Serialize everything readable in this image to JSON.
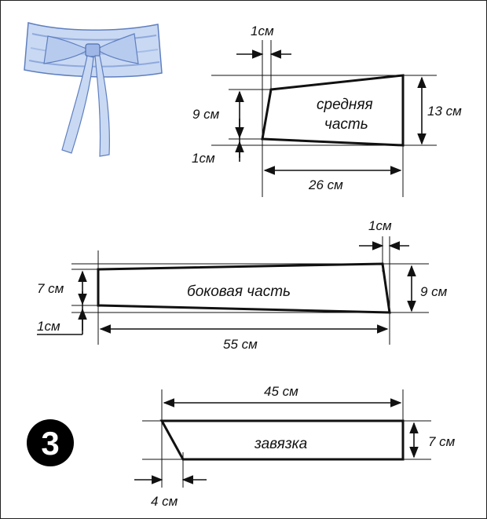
{
  "colors": {
    "ink": "#111111",
    "belt_fill": "#c9d9f3",
    "belt_shade": "#7f9fd6"
  },
  "illustration": {
    "icon": "belt-with-bow-icon"
  },
  "step_badge": {
    "number": "3"
  },
  "middle_part": {
    "name_line1": "средняя",
    "name_line2": "часть",
    "dim_top_offset": "1см",
    "dim_left_height": "9 см",
    "dim_bottom_offset": "1см",
    "dim_right_height": "13 см",
    "dim_length": "26 см"
  },
  "side_part": {
    "name": "боковая часть",
    "dim_top_offset": "1см",
    "dim_left_height": "7 см",
    "dim_bottom_offset": "1см",
    "dim_right_height": "9 см",
    "dim_length": "55 см"
  },
  "tie": {
    "name": "завязка",
    "dim_length": "45 см",
    "dim_height": "7 см",
    "dim_bevel": "4 см"
  }
}
